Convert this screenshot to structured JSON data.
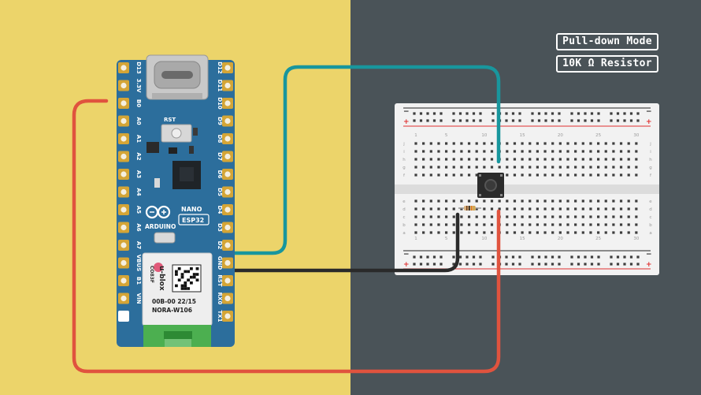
{
  "colors": {
    "left_bg": "#ecd46a",
    "right_bg": "#4a5358",
    "pcb": "#2c6e9c",
    "wire_teal": "#18969d",
    "wire_red": "#e0533e",
    "wire_black": "#2a2a2a",
    "breadboard": "#f2f2f2",
    "rail_red": "#e03030",
    "rail_black": "#222222"
  },
  "labels": {
    "mode": "Pull-down Mode",
    "resistor": "10K Ω Resistor"
  },
  "board": {
    "left_pins": [
      "D13",
      "3.3V",
      "B0",
      "A0",
      "A1",
      "A2",
      "A3",
      "A4",
      "A5",
      "A6",
      "A7",
      "VBUS",
      "B1",
      "VIN"
    ],
    "right_pins": [
      "D12",
      "D11",
      "D10",
      "D9",
      "D8",
      "D7",
      "D6",
      "D5",
      "D4",
      "D3",
      "D2",
      "GND",
      "RST",
      "RX0",
      "TX1"
    ],
    "rst_label": "RST",
    "brand": "ARDUINO",
    "model_top": "NANO",
    "model_bottom": "ESP32",
    "module_brand": "u-blox",
    "module_code": "CO83F",
    "module_line1": "00B-00 22/15",
    "module_line2": "NORA-W106"
  },
  "breadboard": {
    "row_letters_top": [
      "j",
      "i",
      "h",
      "g",
      "f"
    ],
    "row_letters_bottom": [
      "e",
      "d",
      "c",
      "b",
      "a"
    ],
    "column_numbers": [
      "1",
      "5",
      "10",
      "15",
      "20",
      "25",
      "30"
    ]
  }
}
